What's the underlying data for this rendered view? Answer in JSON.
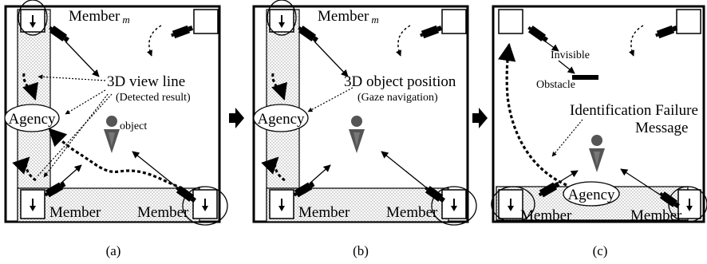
{
  "panels": [
    {
      "caption": "(a)",
      "member_top_label": "Member",
      "member_top_subscript": "m",
      "view_line_label": "3D view line",
      "view_line_sublabel": "(Detected result)",
      "agency_label": "Agency",
      "object_label": "object",
      "member_bottom_left_label": "Member",
      "member_bottom_right_label": "Member"
    },
    {
      "caption": "(b)",
      "member_top_label": "Member",
      "member_top_subscript": "m",
      "position_label": "3D object position",
      "position_sublabel": "(Gaze navigation)",
      "agency_label": "Agency",
      "member_bottom_left_label": "Member",
      "member_bottom_right_label": "Member"
    },
    {
      "caption": "(c)",
      "invisible_label": "Invisible",
      "obstacle_label": "Obstacle",
      "failure_label_line1": "Identification Failure",
      "failure_label_line2": "Message",
      "agency_label": "Agency",
      "member_bottom_left_label": "Member",
      "member_bottom_right_label": "Member"
    }
  ],
  "colors": {
    "stroke": "#000000",
    "stipple": "#9a9a9a",
    "object": "#555555"
  }
}
